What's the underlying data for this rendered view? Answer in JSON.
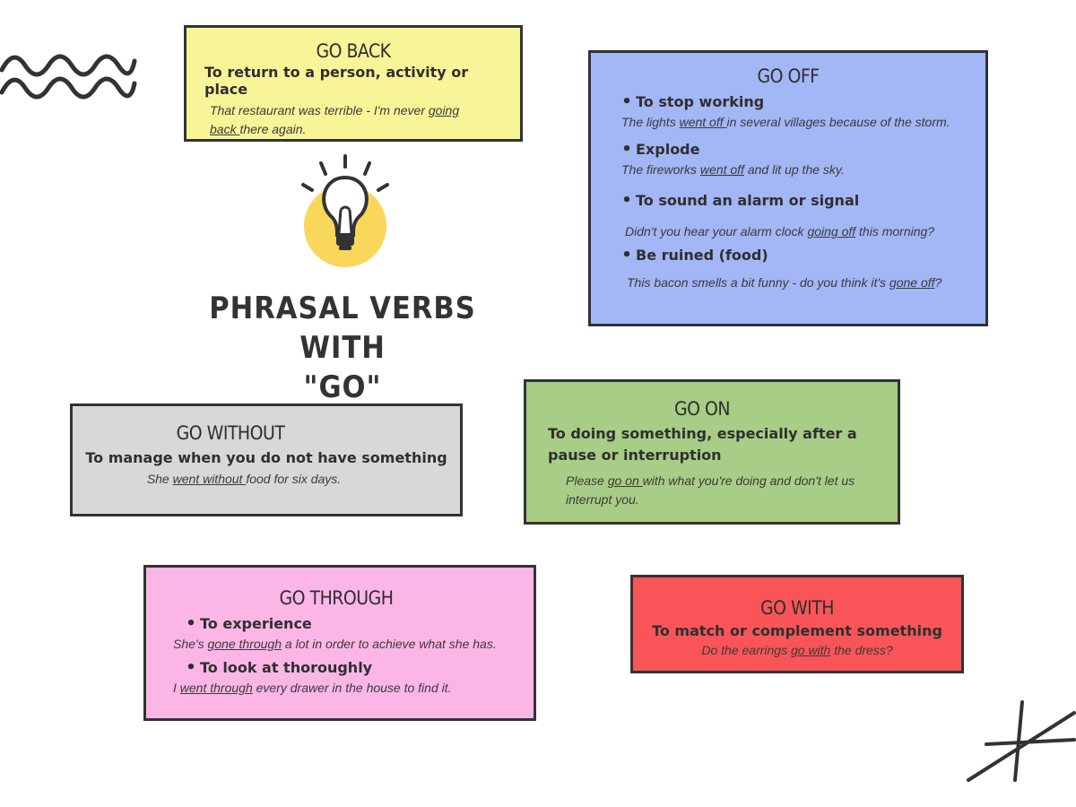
{
  "title": {
    "line1": "PHRASAL VERBS WITH",
    "line2": "\"GO\""
  },
  "colors": {
    "yellow": "#f8f598",
    "blue": "#a3b6f6",
    "grey": "#d8d8d8",
    "green": "#a8cd86",
    "pink": "#fbb6e6",
    "red": "#f95559",
    "bulb": "#f8d75a"
  },
  "go_back": {
    "heading": "GO BACK",
    "definition": "To return to a person,  activity or place",
    "ex_pre": "That restaurant was terrible - I'm never ",
    "ex_u": "going back ",
    "ex_post": "there again."
  },
  "go_off": {
    "heading": "GO OFF",
    "items": [
      {
        "def": "To stop working",
        "pre": "The lights ",
        "u": "went off ",
        "post": "in several villages because of the storm."
      },
      {
        "def": "Explode",
        "pre": "The fireworks ",
        "u": "went off",
        "post": " and lit up the sky."
      },
      {
        "def": "To sound an alarm or signal",
        "pre": "Didn't you hear your alarm clock ",
        "u": "going off",
        "post": " this morning?"
      },
      {
        "def": "Be ruined (food)",
        "pre": "This bacon smells a bit funny - do you think it's ",
        "u": "gone off",
        "post": "?"
      }
    ]
  },
  "go_without": {
    "heading": "GO WITHOUT",
    "definition": "To manage when you do not have something",
    "ex_pre": "She ",
    "ex_u": "went without ",
    "ex_post": "food for six days."
  },
  "go_on": {
    "heading": "GO ON",
    "definition": "To doing something, especially after a pause or interruption",
    "ex_pre": "Please ",
    "ex_u": "go on ",
    "ex_post": "with what you're doing and don't let us interrupt you."
  },
  "go_through": {
    "heading": "GO THROUGH",
    "items": [
      {
        "def": "To experience",
        "pre": "She's ",
        "u": "gone through",
        "post": " a lot in order to achieve what she has."
      },
      {
        "def": "To look at thoroughly",
        "pre": "I ",
        "u": "went through",
        "post": " every drawer in the house to find it."
      }
    ]
  },
  "go_with": {
    "heading": "GO WITH",
    "definition": "To match or complement something",
    "ex_pre": "Do the earrings ",
    "ex_u": "go with",
    "ex_post": " the dress?"
  }
}
